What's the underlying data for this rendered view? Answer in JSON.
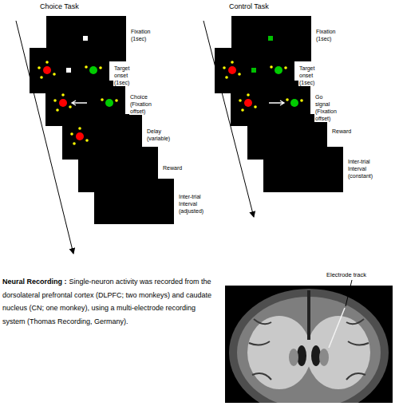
{
  "diagram": {
    "nodes": [
      {
        "text": [
          "Fixation (1sec)"
        ]
      },
      {
        "text": [
          "Target onset (1sec)"
        ]
      },
      {
        "text": [
          "Choice (Fixation offset)"
        ]
      },
      {
        "text": [
          "Delay (variable)"
        ]
      },
      {
        "text": [
          "Reward"
        ]
      },
      {
        "text": [
          "Inter-trial Interval (adjusted)"
        ]
      },
      {
        "text": [
          "Fixation (1sec)"
        ]
      },
      {
        "text": [
          "Target onset (1sec)"
        ]
      },
      {
        "text": [
          "Go signal (Fixation offset)"
        ]
      },
      {
        "text": [
          "Reward"
        ]
      },
      {
        "text": [
          "Inter-trial Interval (constant)"
        ]
      }
    ],
    "labels": [
      "Choice Task",
      "Control Task",
      "Neural Recording :",
      "Single-neuron activity was recorded from the dorsolateral prefrontal cortex (DLPFC; two monkeys) and caudate nucleus (CN; one monkey), using a multi-electrode recording system (Thomas Recording, Germany).",
      "Electrode track"
    ]
  }
}
